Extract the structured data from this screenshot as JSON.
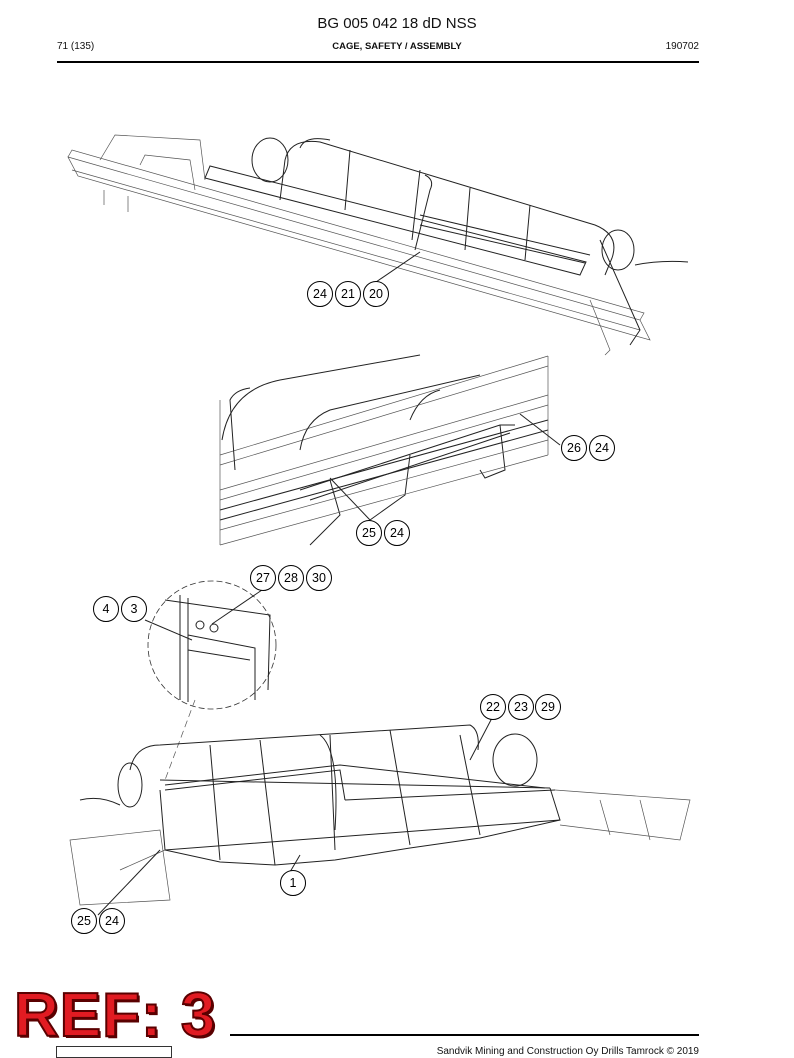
{
  "header": {
    "doc_code": "BG 005 042 18 dD NSS",
    "page": "71 (135)",
    "section": "CAGE, SAFETY / ASSEMBLY",
    "date_code": "190702"
  },
  "footer": {
    "copyright": "Sandvik Mining and Construction Oy Drills Tamrock © 2019",
    "stamp": "REF: 3"
  },
  "callouts": {
    "top": [
      "24",
      "21",
      "20"
    ],
    "mid_right": [
      "26",
      "24"
    ],
    "mid_bottom": [
      "25",
      "24"
    ],
    "detail_top": [
      "27",
      "28",
      "30"
    ],
    "detail_left": [
      "4",
      "3"
    ],
    "lower_right": [
      "22",
      "23",
      "29"
    ],
    "lower_one": [
      "1"
    ],
    "lower_left": [
      "25",
      "24"
    ]
  },
  "icons": {
    "drawing": "technical-line-drawing"
  }
}
